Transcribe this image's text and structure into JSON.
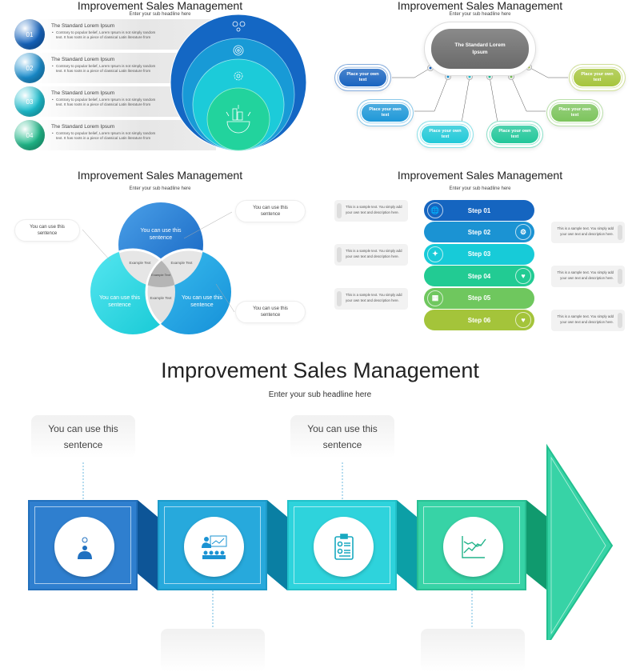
{
  "panel1": {
    "title": "Improvement Sales Management",
    "subtitle": "Enter your sub headline here",
    "rows": [
      {
        "num": "01",
        "heading": "The Standard Lorem Ipsum",
        "text": "Contrary to popular belief, Lorem Ipsum is not simply random text. It has roots in a piece of classical Latin literature from",
        "color": "#1565c0"
      },
      {
        "num": "02",
        "heading": "The Standard Lorem Ipsum",
        "text": "Contrary to popular belief, Lorem Ipsum is not simply random text. It has roots in a piece of classical Latin literature from",
        "color": "#1a8fd0"
      },
      {
        "num": "03",
        "heading": "The Standard Lorem Ipsum",
        "text": "Contrary to popular belief, Lorem Ipsum is not simply random text. It has roots in a piece of classical Latin literature from",
        "color": "#1cbfd0"
      },
      {
        "num": "04",
        "heading": "The Standard Lorem Ipsum",
        "text": "Contrary to popular belief, Lorem Ipsum is not simply random text. It has roots in a piece of classical Latin literature from",
        "color": "#1fba8a"
      }
    ],
    "icons": [
      "team-time-icon",
      "target-icon",
      "gear-people-icon",
      "smart-city-gear-icon"
    ]
  },
  "panel2": {
    "title": "Improvement Sales Management",
    "subtitle": "Enter your sub headline here",
    "center": "The Standard Lorem Ipsum",
    "nodes": [
      {
        "text": "Place your own text",
        "color": "#1a64c0"
      },
      {
        "text": "Place your own text",
        "color": "#1f98d8"
      },
      {
        "text": "Place your own text",
        "color": "#22c9d8"
      },
      {
        "text": "Place your own text",
        "color": "#22c79a"
      },
      {
        "text": "Place your own text",
        "color": "#7cc45c"
      },
      {
        "text": "Place your own text",
        "color": "#a6c53d"
      }
    ]
  },
  "panel3": {
    "title": "Improvement Sales Management",
    "subtitle": "Enter your sub headline here",
    "circles": [
      "You can use this sentence",
      "You can use this sentence",
      "You can use this sentence"
    ],
    "overlaps": [
      "Example Text",
      "Example Text",
      "Example Text",
      "Example Text"
    ],
    "callouts": [
      "You can use this sentence",
      "You can use this sentence",
      "You can use this sentence"
    ]
  },
  "panel4": {
    "title": "Improvement Sales Management",
    "subtitle": "Enter your sub headline here",
    "steps": [
      {
        "label": "Step 01",
        "desc": "This is a sample text. You simply add your own text and description here.",
        "color": "#1565c0"
      },
      {
        "label": "Step 02",
        "desc": "This is a sample text. You simply add your own text and description here.",
        "color": "#1b93d3"
      },
      {
        "label": "Step 03",
        "desc": "This is a sample text. You simply add your own text and description here.",
        "color": "#17cbd8"
      },
      {
        "label": "Step 04",
        "desc": "This is a sample text. You simply add your own text and description here.",
        "color": "#22cb93"
      },
      {
        "label": "Step 05",
        "desc": "This is a sample text. You simply add your own text and description here.",
        "color": "#6fc75e"
      },
      {
        "label": "Step 06",
        "desc": "This is a sample text. You simply add your own text and description here.",
        "color": "#a4c43a"
      }
    ]
  },
  "panel5": {
    "title": "Improvement Sales Management",
    "subtitle": "Enter your sub headline here",
    "callouts_top": [
      "You can use this sentence",
      "You can use this sentence"
    ],
    "boxes": [
      {
        "icon": "idea-person-icon",
        "color": "#2f7fcf",
        "dark": "#0d5597"
      },
      {
        "icon": "presentation-icon",
        "color": "#27a9dc",
        "dark": "#0a7fa3"
      },
      {
        "icon": "checklist-icon",
        "color": "#2ed3dc",
        "dark": "#0c9fa6"
      },
      {
        "icon": "growth-chart-icon",
        "color": "#37d3a6",
        "dark": "#109a6e"
      }
    ],
    "arrow_color": "#37d3a6"
  }
}
